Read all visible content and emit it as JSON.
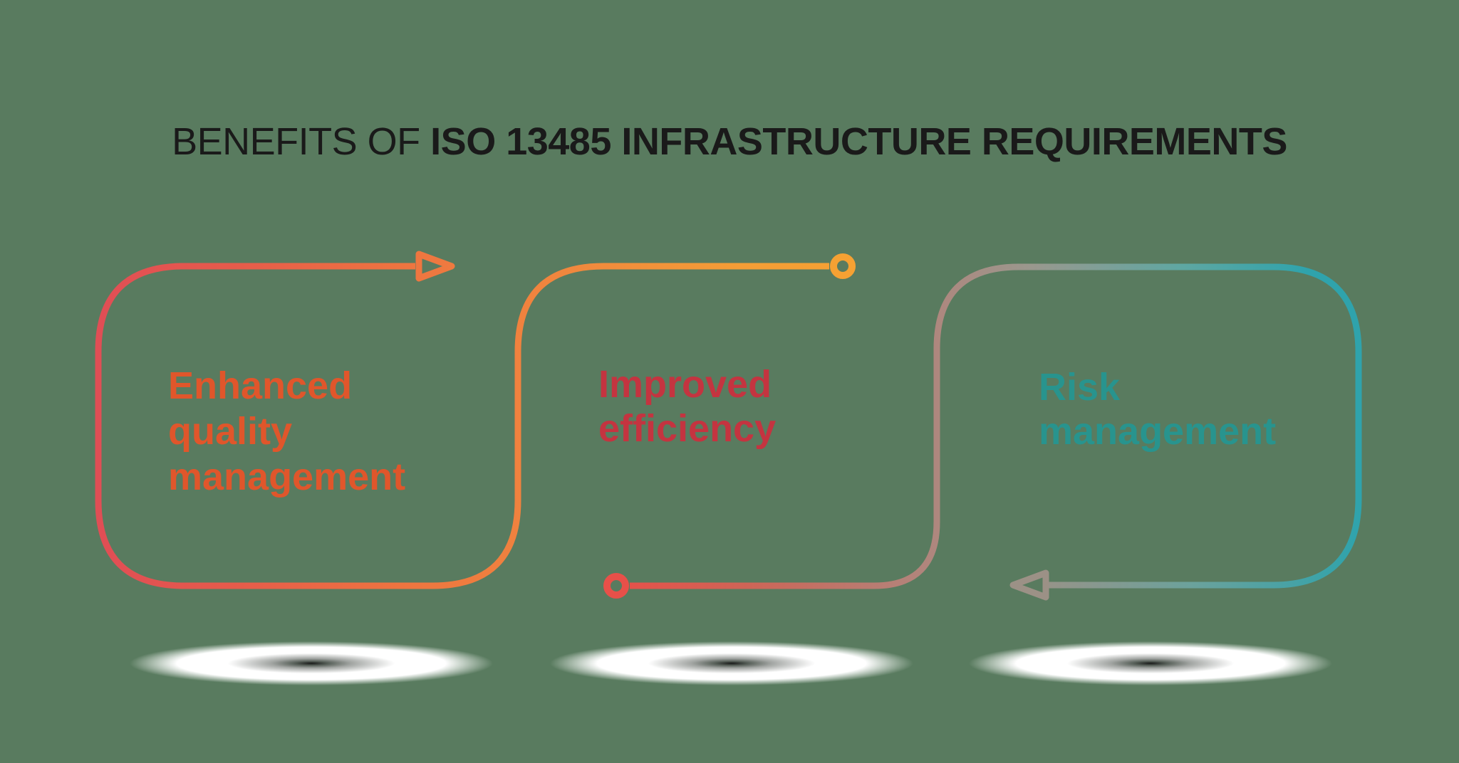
{
  "background_color": "#597B5F",
  "title": {
    "prefix": "BENEFITS OF ",
    "emphasis": "ISO 13485 INFRASTRUCTURE REQUIREMENTS",
    "color": "#1A1A1A"
  },
  "cards": [
    {
      "id": "enhanced-quality-management",
      "lines": [
        "Enhanced",
        "quality",
        "management"
      ],
      "text_color": "#E0562B",
      "outline_gradient": [
        "#E04E55",
        "#F5A133"
      ],
      "end_marker": "arrow-right",
      "link_marker": "ring"
    },
    {
      "id": "improved-efficiency",
      "lines": [
        "Improved",
        "efficiency"
      ],
      "text_color": "#C43440",
      "outline_gradient": [
        "#E85049",
        "#B3837A"
      ],
      "start_marker": "ring",
      "ring_top_color": "#F5A133",
      "ring_bottom_color": "#E85049"
    },
    {
      "id": "risk-management",
      "lines": [
        "Risk",
        "management"
      ],
      "text_color": "#28948E",
      "outline_gradient": [
        "#B3837A",
        "#2FA3AC"
      ],
      "end_marker": "arrow-left",
      "arrow_color": "#9C9186"
    }
  ]
}
